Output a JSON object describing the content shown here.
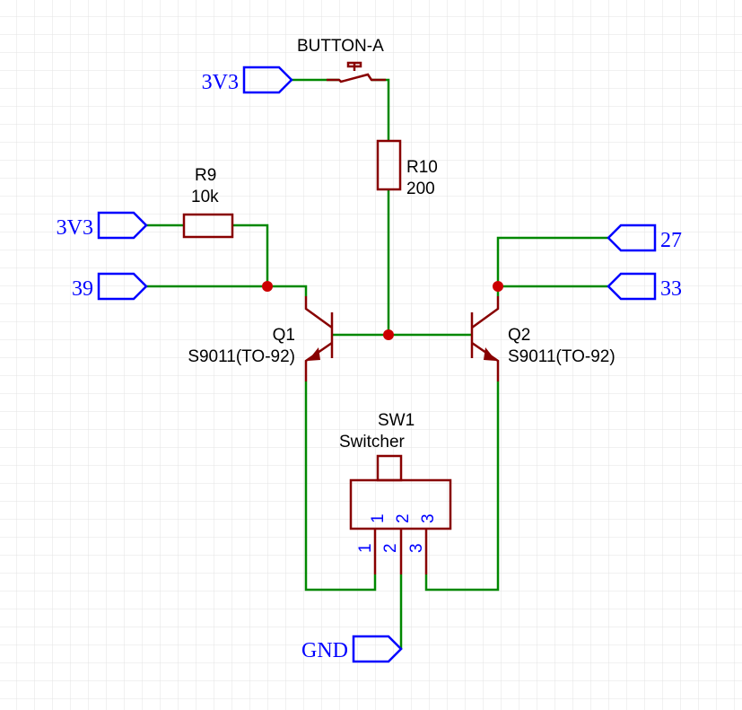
{
  "colors": {
    "wire": "#008800",
    "component": "#880000",
    "junction": "#cc0000",
    "net_flag": "#0000ff",
    "text": "#000000",
    "grid": "#e3e3e3"
  },
  "net_flags": {
    "flag_3v3_top": "3V3",
    "flag_3v3_left": "3V3",
    "flag_39": "39",
    "flag_27": "27",
    "flag_33": "33",
    "flag_gnd": "GND"
  },
  "components": {
    "button": {
      "ref": "BUTTON-A"
    },
    "r9": {
      "ref": "R9",
      "value": "10k"
    },
    "r10": {
      "ref": "R10",
      "value": "200"
    },
    "q1": {
      "ref": "Q1",
      "value": "S9011(TO-92)"
    },
    "q2": {
      "ref": "Q2",
      "value": "S9011(TO-92)"
    },
    "sw1": {
      "ref": "SW1",
      "value": "Switcher",
      "pins": {
        "p1": "1",
        "p2": "2",
        "p3": "3"
      }
    }
  }
}
